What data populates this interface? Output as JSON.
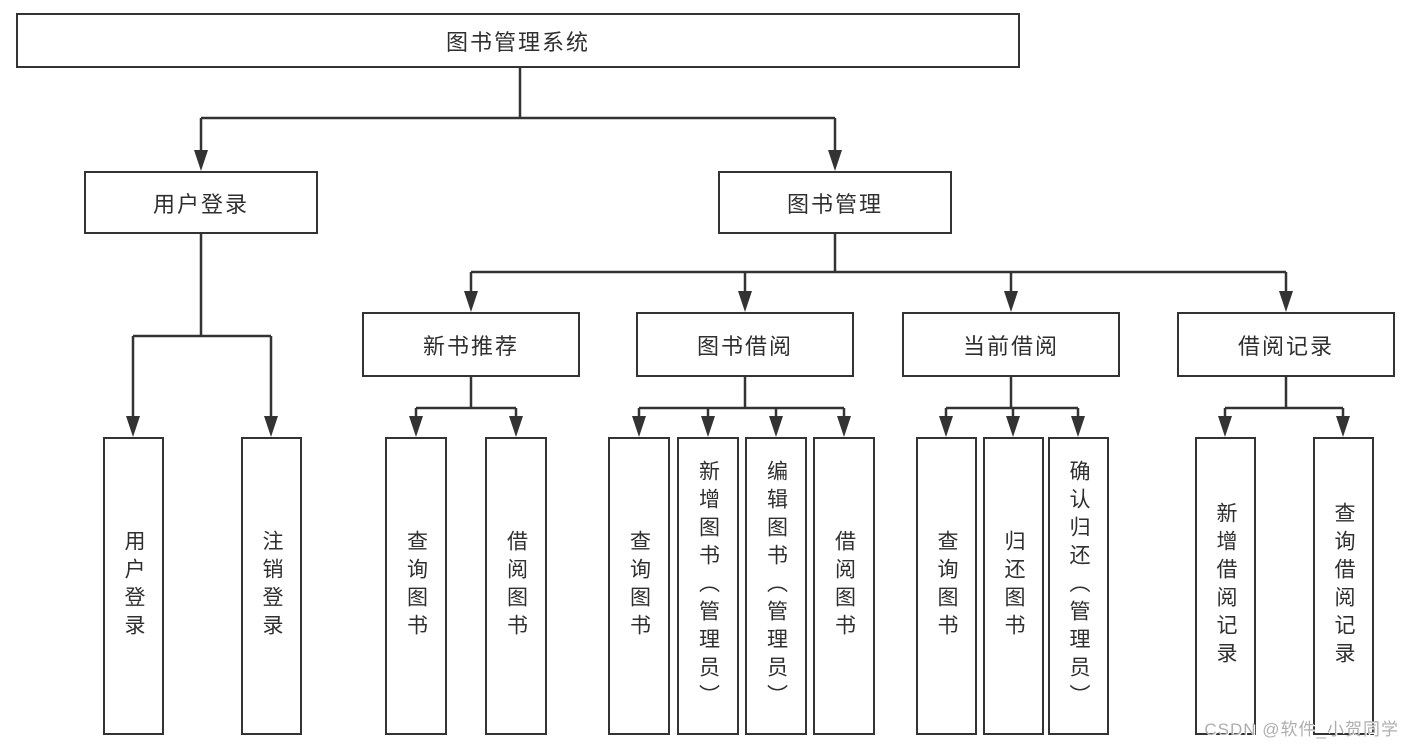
{
  "nodes": {
    "root": "图书管理系统",
    "user_login": "用户登录",
    "book_mgmt": "图书管理",
    "branches": [
      "新书推荐",
      "图书借阅",
      "当前借阅",
      "借阅记录"
    ],
    "leaves_user": [
      "用户登录",
      "注销登录"
    ],
    "leaves_recommend": [
      "查询图书",
      "借阅图书"
    ],
    "leaves_borrow": [
      "查询图书",
      "新增图书（管理员）",
      "编辑图书（管理员）",
      "借阅图书"
    ],
    "leaves_current": [
      "查询图书",
      "归还图书",
      "确认归还（管理员）"
    ],
    "leaves_records": [
      "新增借阅记录",
      "查询借阅记录"
    ]
  },
  "watermark": "CSDN @软件_小贺同学",
  "colors": {
    "line": "#333333",
    "box_border": "#333333",
    "text": "#2f2f2f",
    "watermark": "#aeaeae",
    "background": "#ffffff"
  }
}
